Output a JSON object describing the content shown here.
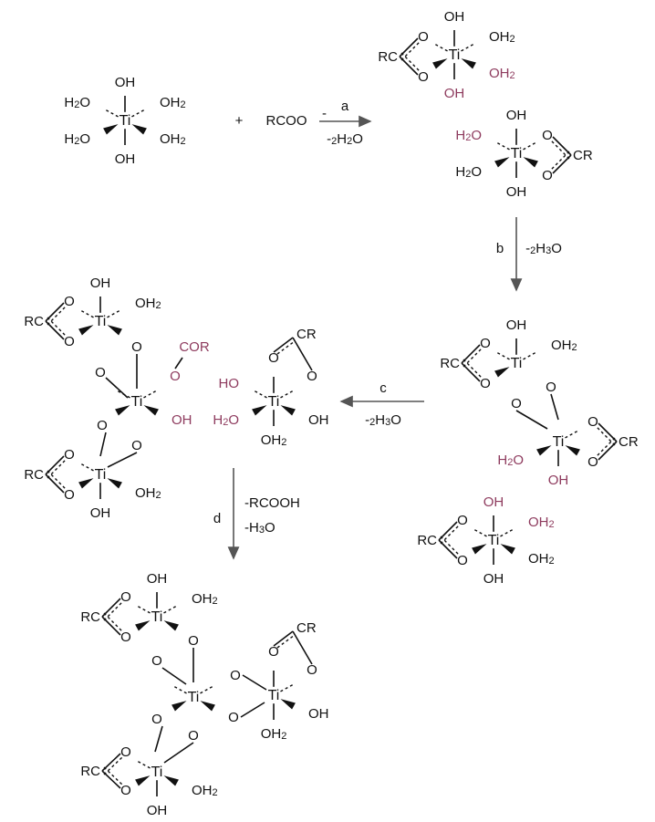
{
  "colors": {
    "text": "#111111",
    "highlight": "#8e3b5e",
    "arrow": "#555555"
  },
  "reagent": "RCOO",
  "reagent_charge": "-",
  "steps": {
    "a": {
      "letter": "a",
      "loss": "-2H2O"
    },
    "b": {
      "letter": "b",
      "loss": "-2H3O"
    },
    "c": {
      "letter": "c",
      "loss": "-2H3O"
    },
    "d": {
      "letter": "d",
      "loss1": "-RCOOH",
      "loss2": "-H3O"
    }
  },
  "atoms": {
    "ti": "Ti",
    "oh": "OH",
    "h2o": "H2O",
    "oh2": "OH2",
    "o": "O",
    "rc": "RC",
    "cr": "CR",
    "cor": "COR",
    "ho": "HO"
  }
}
